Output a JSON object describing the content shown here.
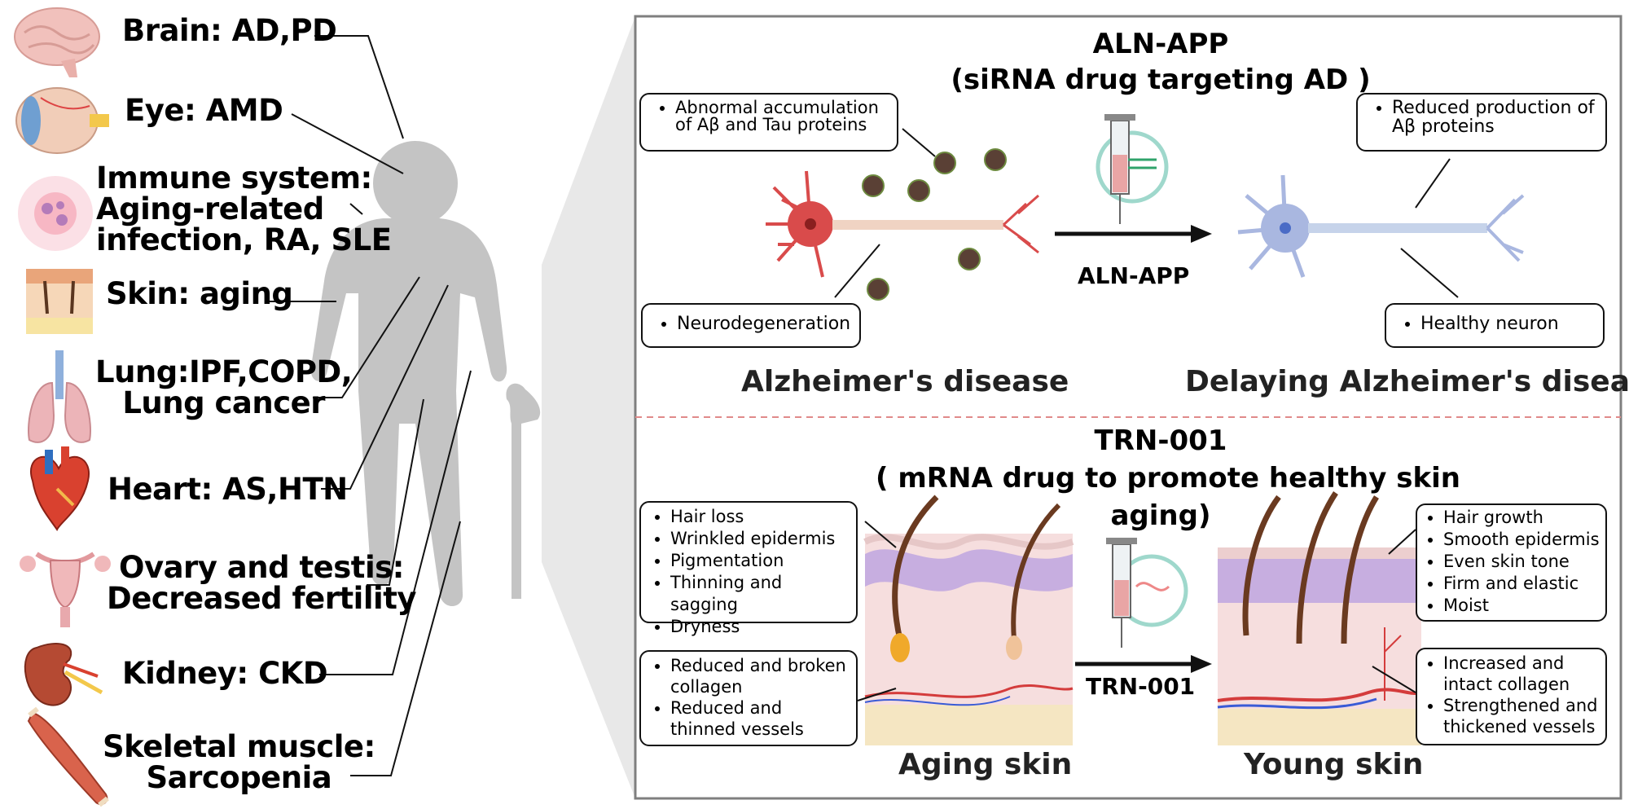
{
  "organs": {
    "brain": "Brain: AD,PD",
    "eye": "Eye: AMD",
    "immune": [
      "Immune system:",
      "Aging-related",
      "infection, RA, SLE"
    ],
    "skin": "Skin: aging",
    "lung": [
      "Lung:IPF,COPD,",
      "Lung cancer"
    ],
    "heart": "Heart: AS,HTN",
    "ovary": [
      "Ovary and testis:",
      "Decreased fertility"
    ],
    "kidney": "Kidney: CKD",
    "muscle": [
      "Skeletal muscle:",
      "Sarcopenia"
    ]
  },
  "aln": {
    "title1": "ALN-APP",
    "title2": "(siRNA drug targeting AD )",
    "arrow_label": "ALN-APP",
    "left_box": [
      "Abnormal accumulation of Aβ and Tau proteins"
    ],
    "neuro_box": [
      "Neurodegeneration"
    ],
    "right_box": [
      "Reduced production of Aβ proteins"
    ],
    "healthy_box": [
      "Healthy neuron"
    ],
    "left_caption": "Alzheimer's disease",
    "right_caption": "Delaying Alzheimer's disease"
  },
  "trn": {
    "title1": "TRN-001",
    "title2": "( mRNA drug to promote healthy skin",
    "title3": "aging)",
    "arrow_label": "TRN-001",
    "aging_symptoms": [
      "Hair loss",
      "Wrinkled epidermis",
      "Pigmentation",
      "Thinning and sagging",
      "Dryness"
    ],
    "aging_collagen": [
      "Reduced and broken collagen",
      "Reduced and thinned vessels"
    ],
    "young_symptoms": [
      "Hair growth",
      "Smooth epidermis",
      "Even skin tone",
      "Firm and elastic",
      "Moist"
    ],
    "young_collagen": [
      "Increased and intact collagen",
      "Strengthened and thickened vessels"
    ],
    "aging_caption": "Aging skin",
    "young_caption": "Young skin"
  },
  "colors": {
    "silhouette": "#c4c4c4",
    "panel_border": "#7f7f7f",
    "divider": "#e08a8a",
    "neuron_sick": "#d94b4b",
    "neuron_healthy": "#a9b7e0",
    "skin_dermis": "#f6dede",
    "fat": "#f5e6c2"
  }
}
